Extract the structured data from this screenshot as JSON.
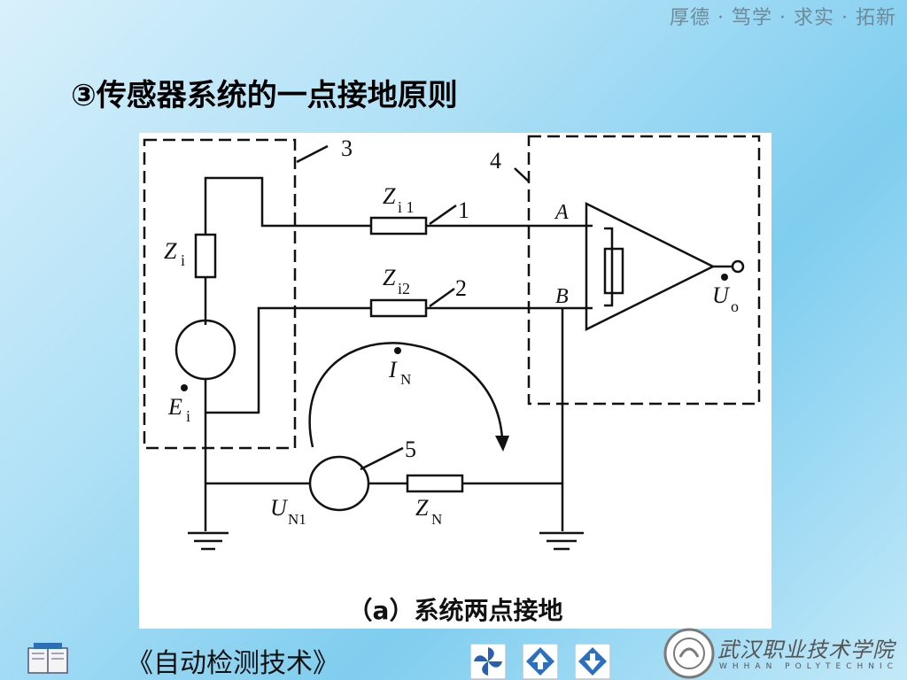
{
  "motto": "厚德 · 笃学 · 求实 · 拓新",
  "title": "③传感器系统的一点接地原则",
  "diagram": {
    "caption": "（a）系统两点接地",
    "labels": {
      "n3": "3",
      "n4": "4",
      "n1": "1",
      "n2": "2",
      "n5": "5",
      "Z": "Z",
      "i": "i",
      "i1": "i 1",
      "i2": "i2",
      "E": "E",
      "A": "A",
      "B": "B",
      "U": "U",
      "o": "o",
      "I": "I",
      "N": "N",
      "N1": "N1"
    }
  },
  "footer": {
    "course": "《自动检测技术》",
    "school_name": "武汉职业技术学院",
    "school_en": "WHHAN POLYTECHNIC"
  }
}
